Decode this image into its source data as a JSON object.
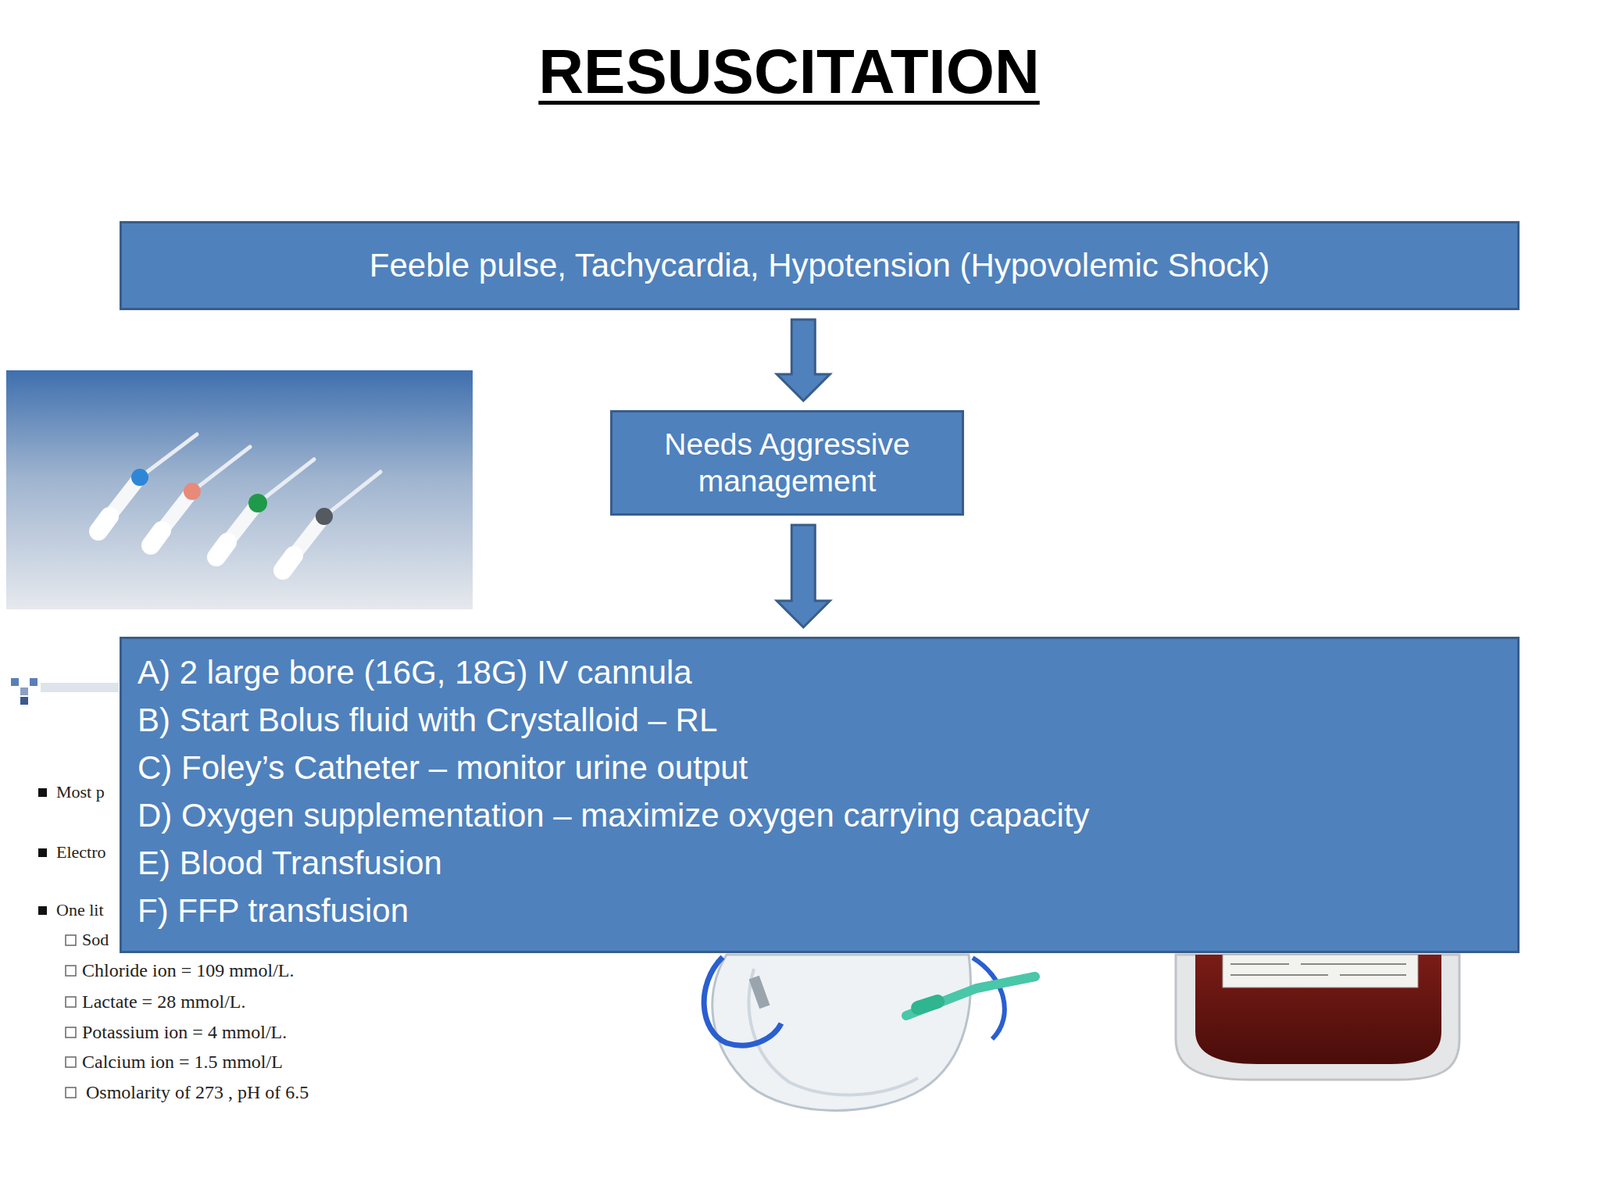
{
  "diagram": {
    "title": "RESUSCITATION",
    "nodes": [
      {
        "text": [
          "Feeble pulse, Tachycardia, Hypotension (Hypovolemic Shock)"
        ]
      },
      {
        "text": [
          "Needs Aggressive management"
        ]
      },
      {
        "text": [
          "A) 2 large bore (16G, 18G) IV cannula",
          "B) Start Bolus fluid with Crystalloid – RL",
          "C) Foley’s Catheter – monitor urine output",
          "D) Oxygen supplementation – maximize oxygen carrying capacity",
          "E) Blood Transfusion",
          "F) FFP transfusion"
        ]
      }
    ],
    "edges": [
      {
        "from": 0,
        "to": 1,
        "arrow": "to"
      },
      {
        "from": 1,
        "to": 2,
        "arrow": "to"
      }
    ],
    "labels": [
      "Most p",
      "Electro",
      "One lit",
      "Sod",
      "Chloride ion = 109 mmol/L.",
      "Lactate = 28 mmol/L.",
      "Potassium ion = 4 mmol/L.",
      "Calcium ion = 1.5 mmol/L",
      "Osmolarity of 273 , pH of 6.5"
    ]
  }
}
